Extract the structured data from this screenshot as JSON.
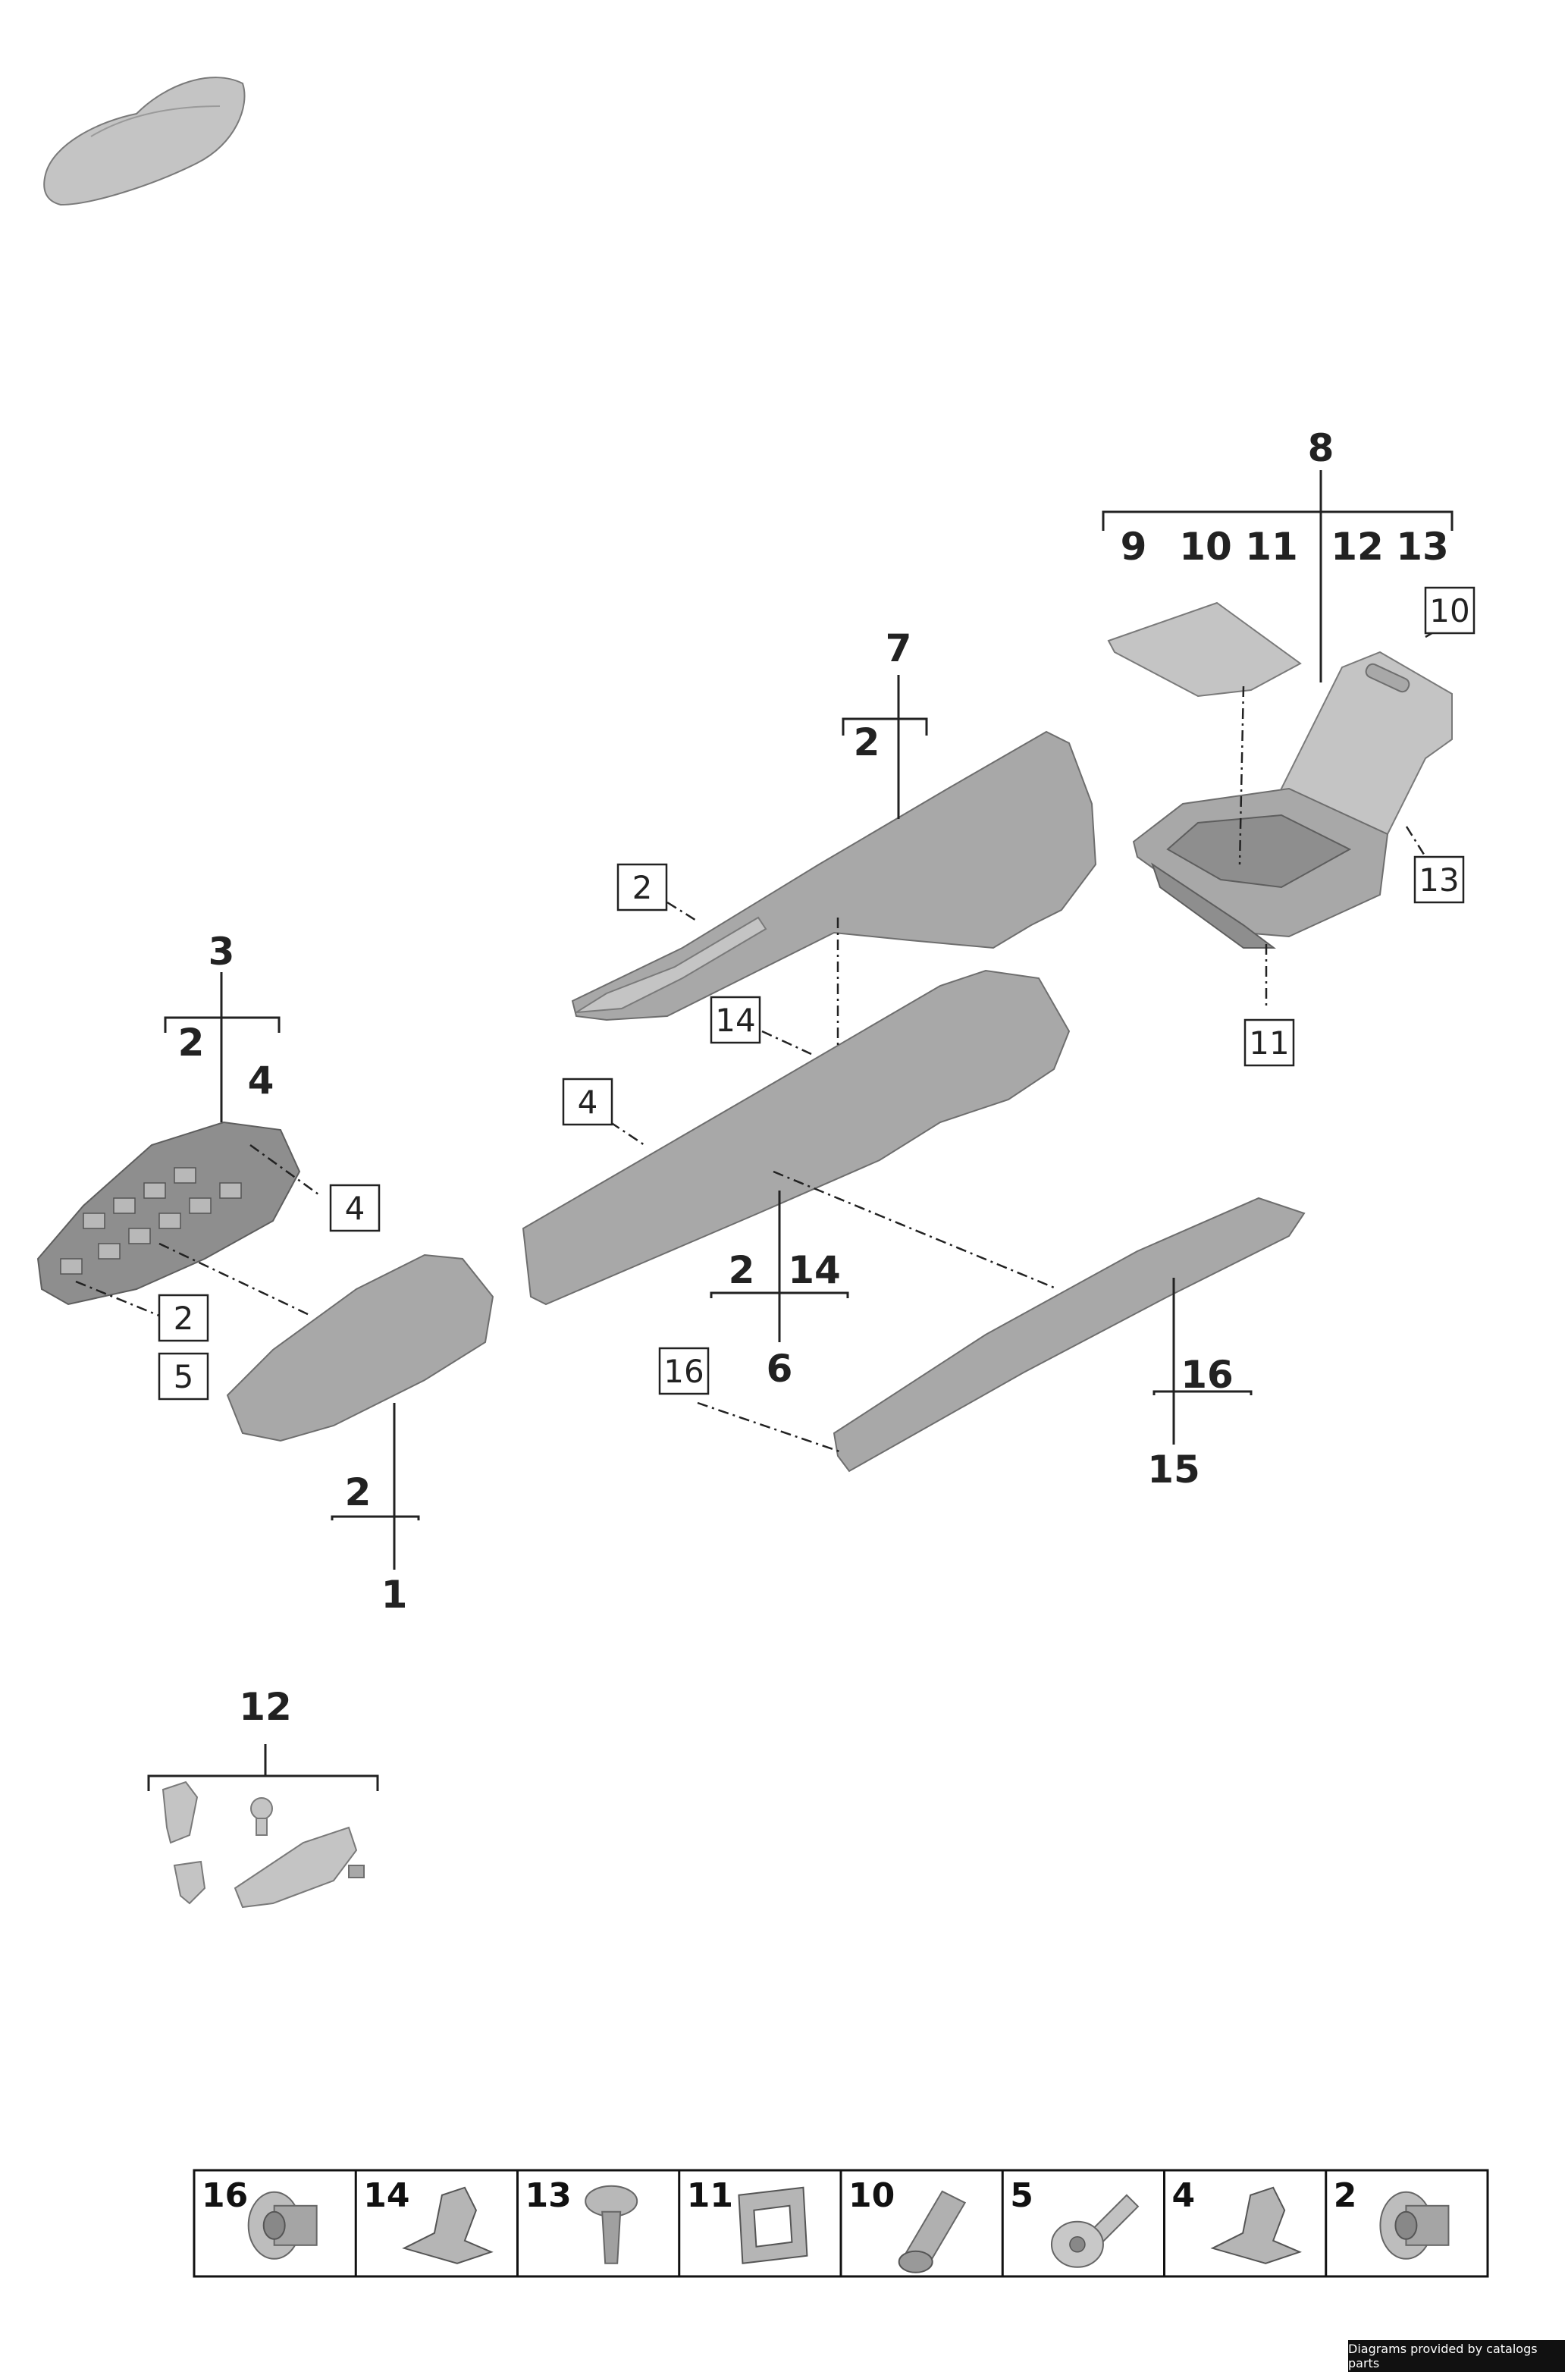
{
  "callouts": {
    "c1": "1",
    "c2a": "2",
    "c3": "3",
    "c3a": "2",
    "c3b": "4",
    "c6": "6",
    "c6a": "2",
    "c6b": "14",
    "c7": "7",
    "c7a": "2",
    "c8": "8",
    "c8a": "9",
    "c8b": "10",
    "c8c": "11",
    "c8d": "12",
    "c8e": "13",
    "c12": "12",
    "c15": "15",
    "c15a": "16"
  },
  "boxed": {
    "b_arm_4": "4",
    "b_arm_2": "2",
    "b_arm_5": "5",
    "b_trim_2": "2",
    "b_cover_14": "14",
    "b_cover_4": "4",
    "b_strip_16": "16",
    "b_box_10": "10",
    "b_box_13": "13",
    "b_box_11": "11"
  },
  "legend": [
    {
      "num": "16",
      "icon": "flange-nut-icon"
    },
    {
      "num": "14",
      "icon": "spring-clip-icon"
    },
    {
      "num": "13",
      "icon": "push-rivet-icon"
    },
    {
      "num": "11",
      "icon": "retaining-clip-icon"
    },
    {
      "num": "10",
      "icon": "expansion-nut-icon"
    },
    {
      "num": "5",
      "icon": "torx-screw-icon"
    },
    {
      "num": "4",
      "icon": "spring-clip-icon"
    },
    {
      "num": "2",
      "icon": "flange-nut-icon"
    }
  ],
  "credit": "Diagrams provided by catalogs parts"
}
